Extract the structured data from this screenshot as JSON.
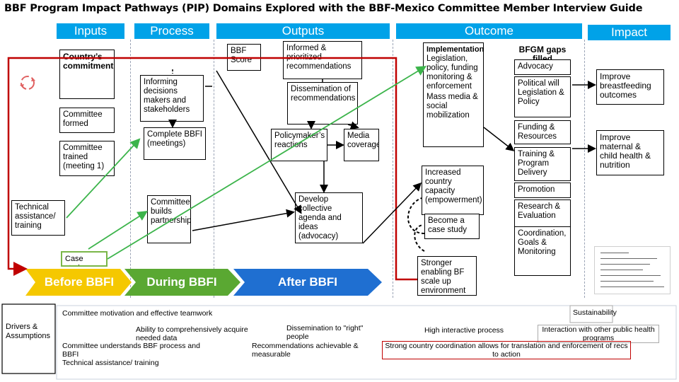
{
  "title": "BBF Program Impact Pathways (PIP) Domains Explored with the BBF-Mexico Committee Member Interview Guide",
  "headers": {
    "inputs": "Inputs",
    "process": "Process",
    "outputs": "Outputs",
    "outcome": "Outcome",
    "impact": "Impact"
  },
  "inputs": {
    "country_commitment": "Country’s commitment",
    "committee_formed": "Committee formed",
    "committee_trained": "Committee trained (meeting 1)",
    "technical_assistance": "Technical assistance/ training",
    "case_study": "Case study"
  },
  "process": {
    "informing": "Informing decisions makers and stakeholders",
    "complete_bbfi": "Complete BBFI (meetings)",
    "builds_partnerships": "Committee builds partnerships"
  },
  "outputs": {
    "bbf_score": "BBF Score",
    "informed": "Informed & prioritized recommendations",
    "dissemination": "Dissemination of recommendations",
    "policymaker": "Policymaker’s reactions",
    "media": "Media coverage",
    "develop_collective": "Develop collective agenda and ideas (advocacy)"
  },
  "outcome": {
    "implementation": "Implementation",
    "legislation": "Legislation, policy, funding monitoring & enforcement",
    "mass_media": "Mass media & social mobilization",
    "increased_capacity": "Increased country capacity (empowerment)",
    "case_study": "Become a case study",
    "stronger_env": "Stronger enabling BF scale up environment"
  },
  "gaps": {
    "title": "BFGM gaps filled",
    "items": [
      "Advocacy",
      "Political will",
      "Legislation & Policy",
      "Funding & Resources",
      "Training & Program Delivery",
      "Promotion",
      "Research & Evaluation",
      "Coordination, Goals & Monitoring"
    ]
  },
  "impact": {
    "breastfeeding": "Improve breastfeeding outcomes",
    "maternal": "Improve maternal & child health & nutrition"
  },
  "phases": {
    "before": "Before BBFI",
    "during": "During BBFI",
    "after": "After BBFI"
  },
  "drivers": {
    "label": "Drivers & Assumptions",
    "motivation": "Committee motivation and effective teamwork",
    "ability": "Ability to comprehensively acquire needed data",
    "understands": "Committee understands BBF process and BBFI",
    "ta": "Technical assistance/ training",
    "dissemination": "Dissemination to \"right\" people",
    "achievable": "Recommendations achievable & measurable",
    "interactive": "High interactive process",
    "sustainability": "Sustainability",
    "interaction": "Interaction with other public health programs",
    "coordination": "Strong country coordination allows for translation and enforcement of recs to action"
  },
  "colors": {
    "header_blue": "#00a2e8",
    "green_arrow": "#3cb44b",
    "red_line": "#c00000",
    "phase_yellow": "#f5c800",
    "phase_green": "#5aa832",
    "phase_blue": "#1f6fd1"
  }
}
